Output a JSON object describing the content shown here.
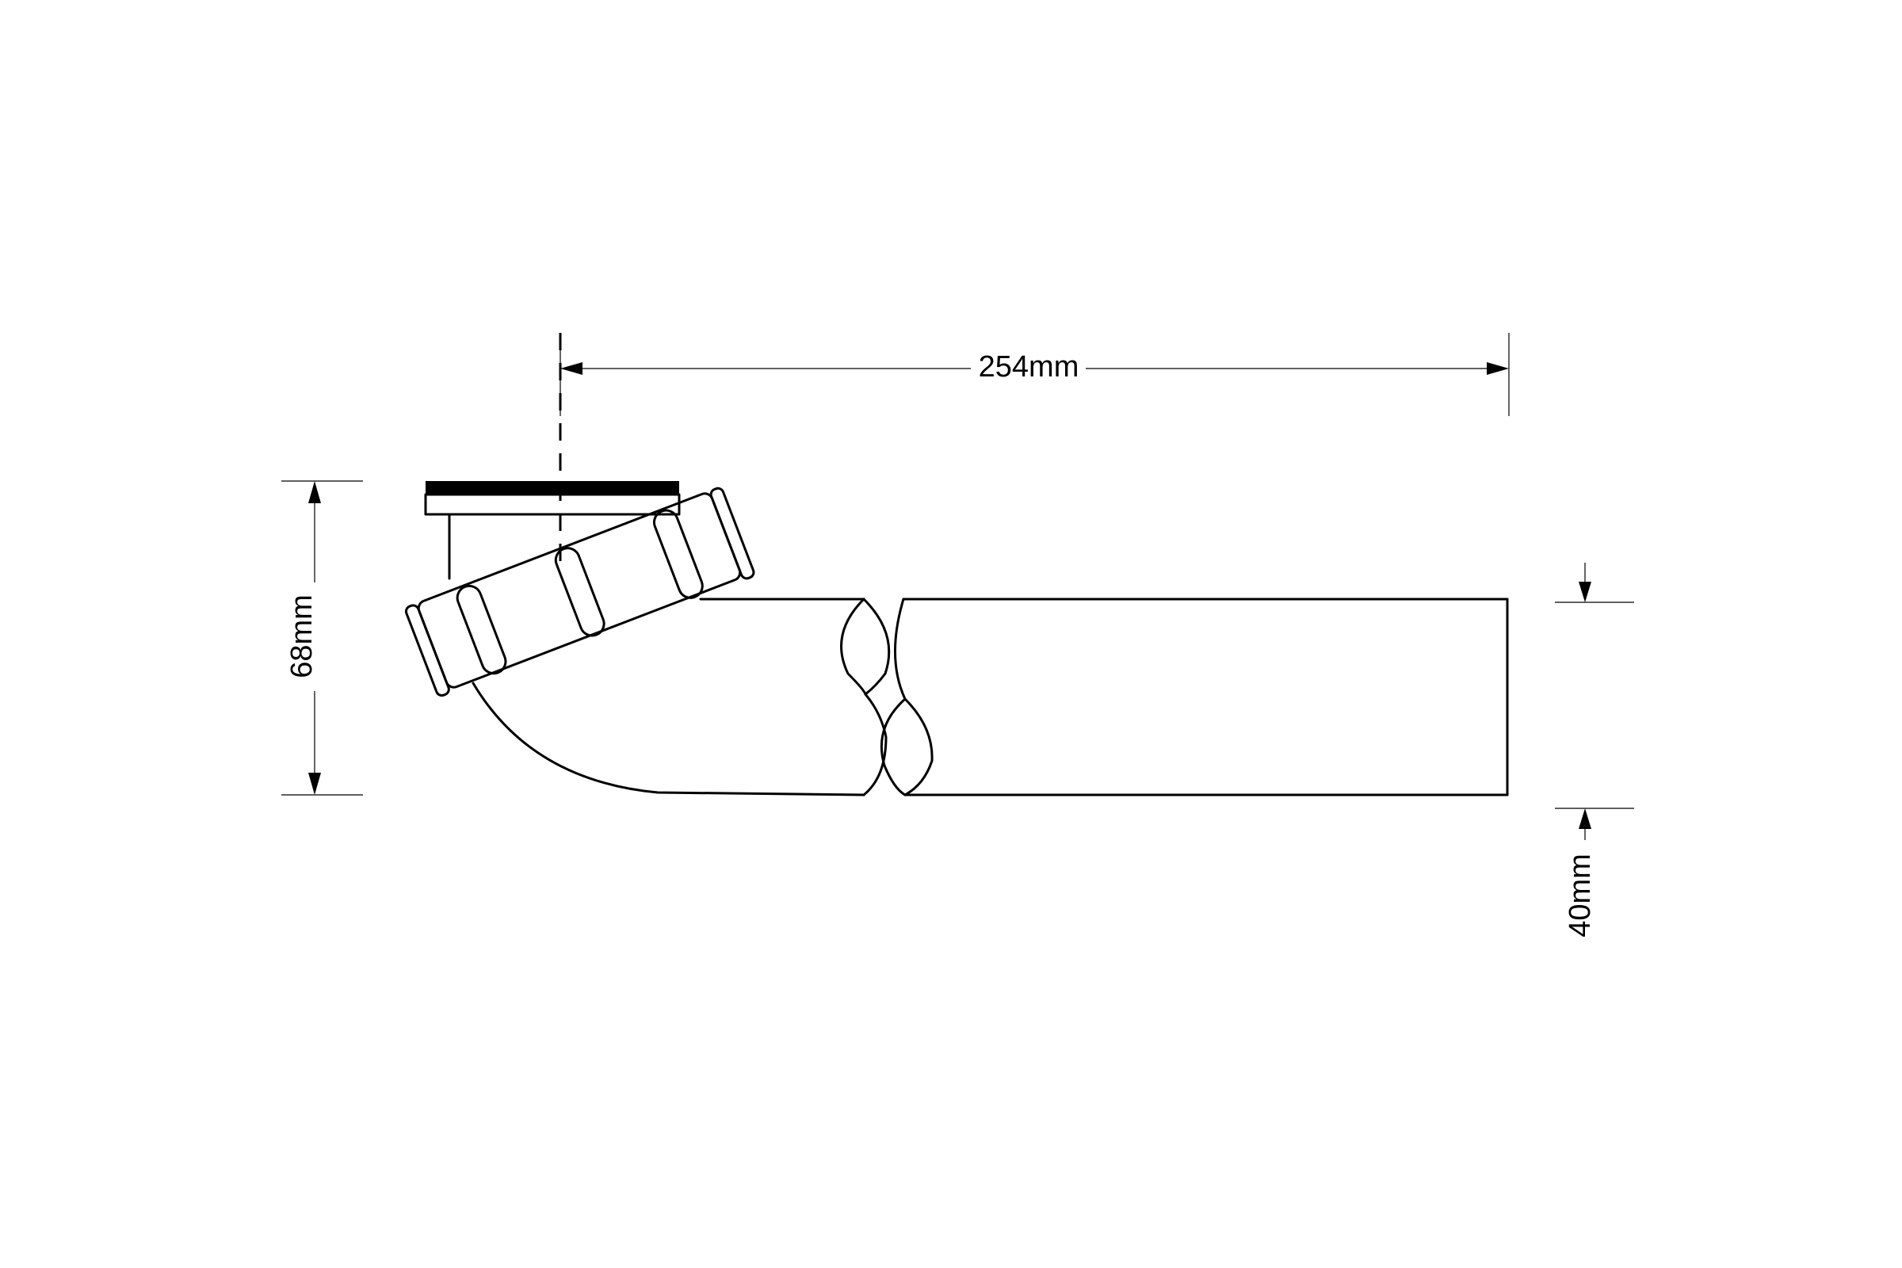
{
  "dimensions": {
    "length": "254mm",
    "height": "68mm",
    "pipe_diameter": "40mm"
  }
}
